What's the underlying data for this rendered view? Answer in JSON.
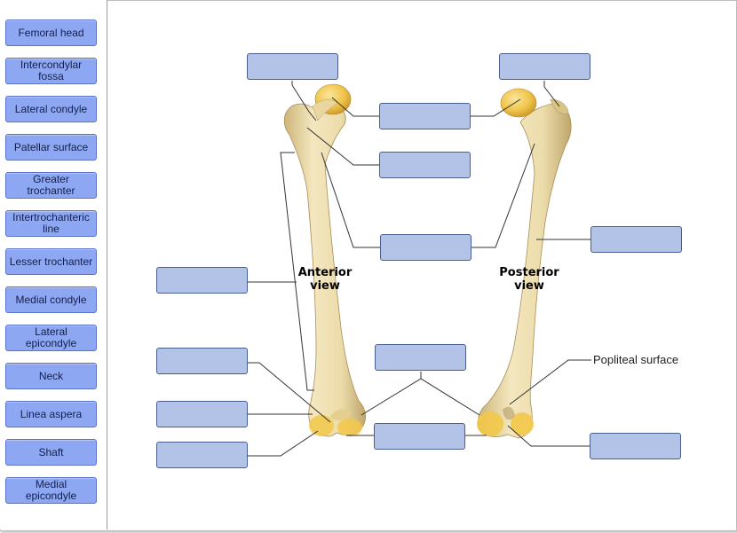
{
  "terms": [
    "Femoral head",
    "Intercondylar fossa",
    "Lateral condyle",
    "Patellar surface",
    "Greater trochanter",
    "Intertrochanteric line",
    "Lesser trochanter",
    "Medial condyle",
    "Lateral epicondyle",
    "Neck",
    "Linea aspera",
    "Shaft",
    "Medial epicondyle"
  ],
  "views": {
    "anterior": [
      "Anterior",
      "view"
    ],
    "posterior": [
      "Posterior",
      "view"
    ]
  },
  "fixed_label": "Popliteal surface",
  "colors": {
    "term_fill": "#8ea7f2",
    "slot_fill": "#b3c2e7",
    "bone": "#ecdcaa",
    "cartilage": "#f2c84a"
  }
}
